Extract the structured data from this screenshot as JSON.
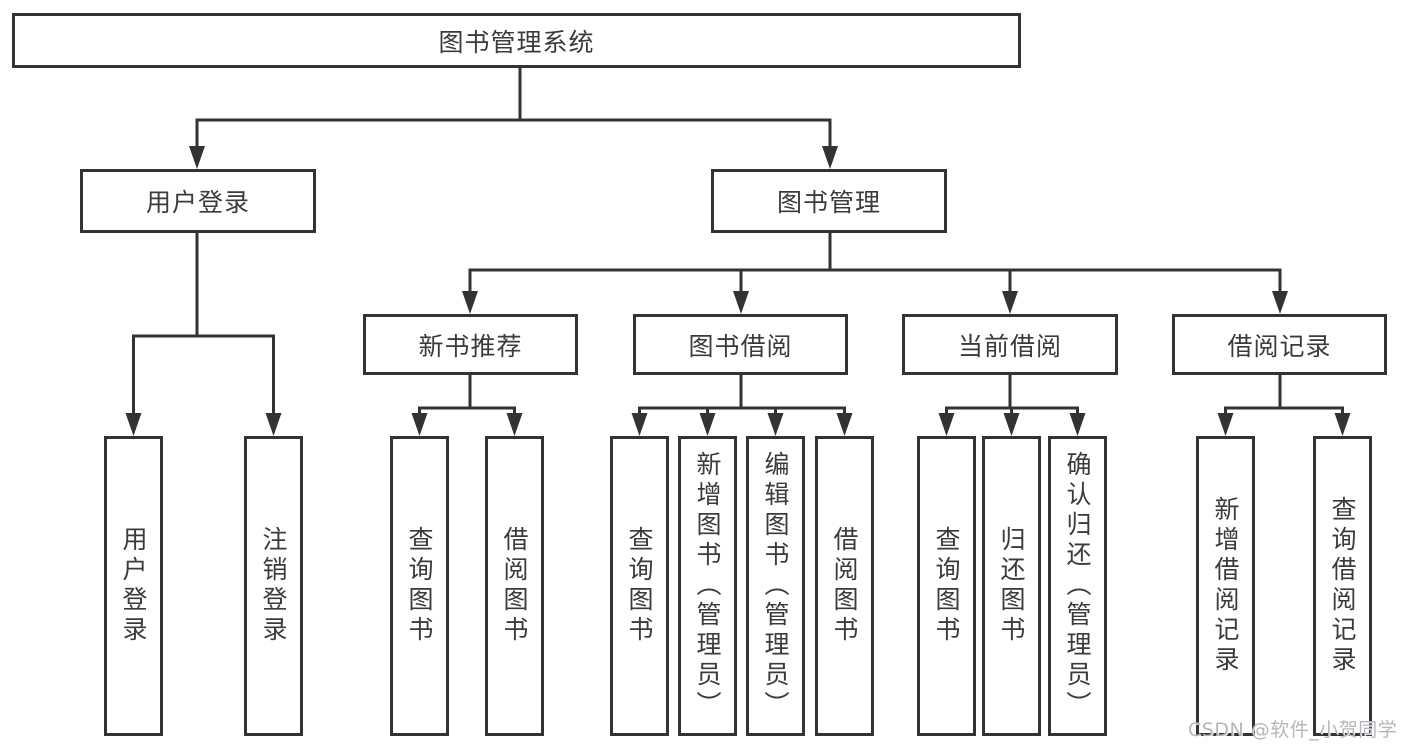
{
  "colors": {
    "line": "#333333",
    "box_border": "#333333",
    "box_fill": "#ffffff",
    "text": "#3b3b3b",
    "watermark": "#b3b7bd"
  },
  "tree": {
    "root": {
      "label": "图书管理系统"
    },
    "children": [
      {
        "label": "用户登录",
        "children": [
          {
            "label": "用户登录"
          },
          {
            "label": "注销登录"
          }
        ]
      },
      {
        "label": "图书管理",
        "children": [
          {
            "label": "新书推荐",
            "children": [
              {
                "label": "查询图书"
              },
              {
                "label": "借阅图书"
              }
            ]
          },
          {
            "label": "图书借阅",
            "children": [
              {
                "label": "查询图书"
              },
              {
                "label": "新增图书（管理员）"
              },
              {
                "label": "编辑图书（管理员）"
              },
              {
                "label": "借阅图书"
              }
            ]
          },
          {
            "label": "当前借阅",
            "children": [
              {
                "label": "查询图书"
              },
              {
                "label": "归还图书"
              },
              {
                "label": "确认归还（管理员）"
              }
            ]
          },
          {
            "label": "借阅记录",
            "children": [
              {
                "label": "新增借阅记录"
              },
              {
                "label": "查询借阅记录"
              }
            ]
          }
        ]
      }
    ]
  },
  "watermark": {
    "text": "CSDN @软件_小贺同学"
  }
}
